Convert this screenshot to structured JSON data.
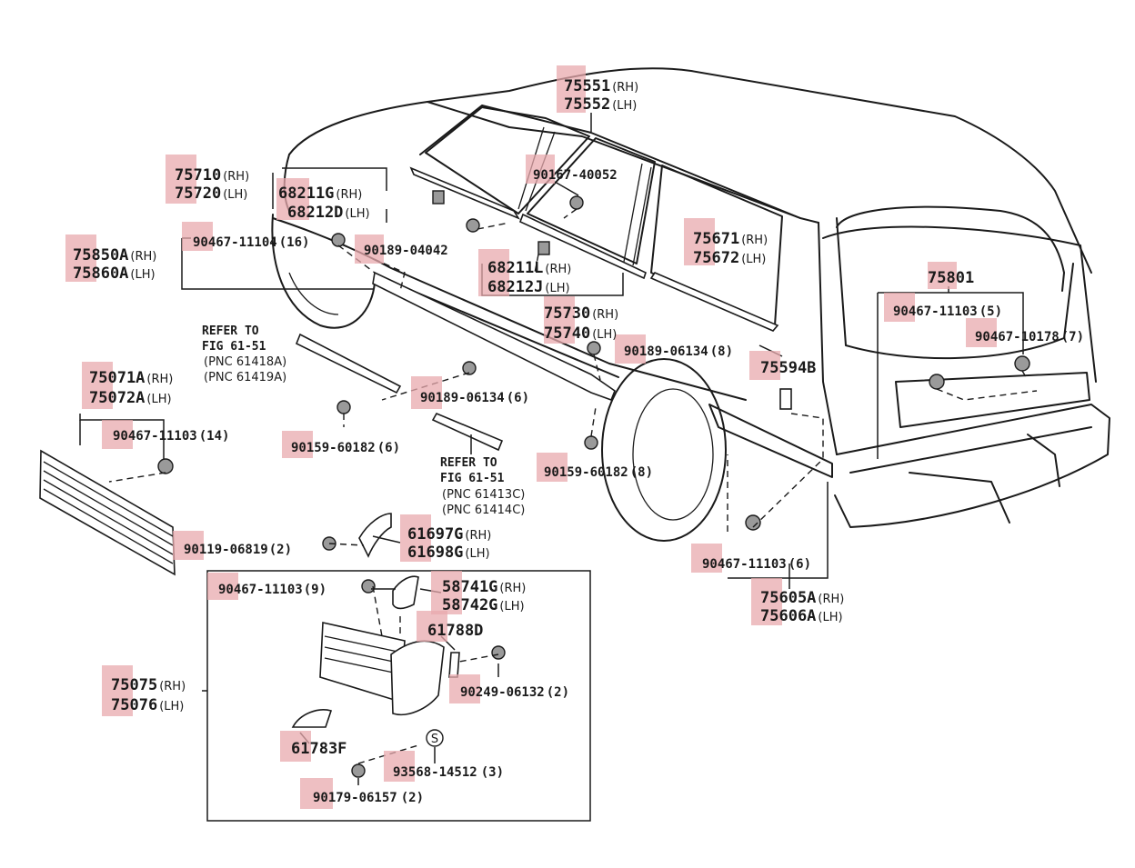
{
  "callouts": [
    {
      "part": "75551",
      "side": "(RH)"
    },
    {
      "part": "75552",
      "side": "(LH)"
    },
    {
      "part": "75710",
      "side": "(RH)"
    },
    {
      "part": "75720",
      "side": "(LH)"
    },
    {
      "part": "68211G",
      "side": "(RH)"
    },
    {
      "part": "68212D",
      "side": "(LH)"
    },
    {
      "part": "90167-40052",
      "side": ""
    },
    {
      "part": "75850A",
      "side": "(RH)"
    },
    {
      "part": "75860A",
      "side": "(LH)"
    },
    {
      "part": "90467-11104",
      "side": "(16)"
    },
    {
      "part": "90189-04042",
      "side": ""
    },
    {
      "part": "68211L",
      "side": "(RH)"
    },
    {
      "part": "68212J",
      "side": "(LH)"
    },
    {
      "part": "75671",
      "side": "(RH)"
    },
    {
      "part": "75672",
      "side": "(LH)"
    },
    {
      "part": "75801",
      "side": ""
    },
    {
      "part": "90467-11103",
      "side": "(5)"
    },
    {
      "part": "90467-10178",
      "side": "(7)"
    },
    {
      "part": "75730",
      "side": "(RH)"
    },
    {
      "part": "75740",
      "side": "(LH)"
    },
    {
      "part": "90189-06134",
      "side": "(8)"
    },
    {
      "part": "75594B",
      "side": ""
    },
    {
      "part": "75071A",
      "side": "(RH)"
    },
    {
      "part": "75072A",
      "side": "(LH)"
    },
    {
      "part": "90189-06134",
      "side": "(6)"
    },
    {
      "part": "90467-11103",
      "side": "(14)"
    },
    {
      "part": "90159-60182",
      "side": "(6)"
    },
    {
      "part": "90159-60182",
      "side": "(8)"
    },
    {
      "part": "90119-06819",
      "side": "(2)"
    },
    {
      "part": "61697G",
      "side": "(RH)"
    },
    {
      "part": "61698G",
      "side": "(LH)"
    },
    {
      "part": "90467-11103",
      "side": "(6)"
    },
    {
      "part": "75605A",
      "side": "(RH)"
    },
    {
      "part": "75606A",
      "side": "(LH)"
    },
    {
      "part": "90467-11103",
      "side": "(9)"
    },
    {
      "part": "58741G",
      "side": "(RH)"
    },
    {
      "part": "58742G",
      "side": "(LH)"
    },
    {
      "part": "61788D",
      "side": ""
    },
    {
      "part": "75075",
      "side": "(RH)"
    },
    {
      "part": "75076",
      "side": "(LH)"
    },
    {
      "part": "90249-06132",
      "side": "(2)"
    },
    {
      "part": "61783F",
      "side": ""
    },
    {
      "part": "93568-14512",
      "side": "(3)"
    },
    {
      "part": "90179-06157",
      "side": "(2)"
    }
  ],
  "references": [
    {
      "line1": "REFER TO",
      "line2": "FIG 61-51",
      "pnc": [
        "(PNC 61418A)",
        "(PNC 61419A)"
      ]
    },
    {
      "line1": "REFER TO",
      "line2": "FIG 61-51",
      "pnc": [
        "(PNC 61413C)",
        "(PNC 61414C)"
      ]
    }
  ],
  "symbol_s": "S",
  "colors": {
    "highlight": "#e8a9ad",
    "line": "#1a1a1a",
    "background": "#ffffff"
  }
}
